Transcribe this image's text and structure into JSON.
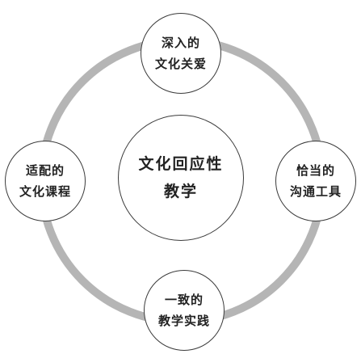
{
  "diagram": {
    "center": {
      "line1": "文化回应性",
      "line2": "教学"
    },
    "top": {
      "line1": "深入的",
      "line2": "文化关爱"
    },
    "left": {
      "line1": "适配的",
      "line2": "文化课程"
    },
    "right": {
      "line1": "恰当的",
      "line2": "沟通工具"
    },
    "bottom": {
      "line1": "一致的",
      "line2": "教学实践"
    },
    "colors": {
      "ring": "#b5b5b5",
      "border": "#3a3a3a",
      "text": "#222222"
    }
  }
}
